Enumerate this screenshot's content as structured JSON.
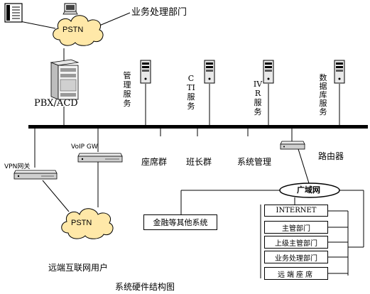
{
  "clouds": {
    "top": "PSTN",
    "bottom": "PSTN"
  },
  "labels": {
    "biz_dept": "业务处理部门",
    "pbx": "PBX/ACD",
    "vpn": "VPN网关",
    "voip": "VoIP GW",
    "seat_group": "座席群",
    "team_leader_group": "班长群",
    "sys_mgmt": "系统管理",
    "router": "路由器",
    "wan": "广域网",
    "remote_users": "远端互联网用户",
    "caption": "系统硬件结构图"
  },
  "servers": {
    "mgmt": "管理服务",
    "cti": "CTI服务",
    "ivr": "IVR服务",
    "db": "数据库服务"
  },
  "boxes": {
    "finance": "金融等其他系统",
    "internet": "INTERNET",
    "supervisor": "主管部门",
    "upper_supervisor": "上级主管部门",
    "biz_processing": "业务处理部门",
    "remote_seats": "远端座席"
  }
}
